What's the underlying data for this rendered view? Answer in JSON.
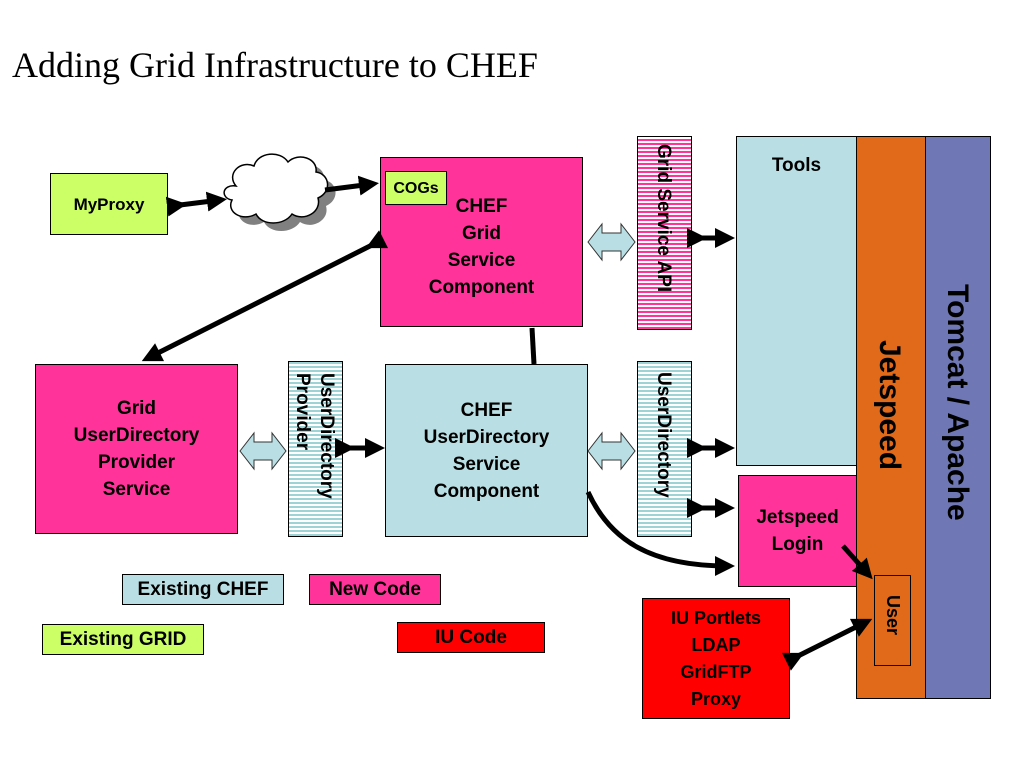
{
  "title": "Adding Grid Infrastructure to CHEF",
  "colors": {
    "new_code": "#ff3399",
    "existing_chef": "#b9dfe4",
    "existing_grid": "#ccff66",
    "iu_code": "#ff0000",
    "jetspeed": "#e06a1a",
    "tomcat": "#6f78b5"
  },
  "nodes": {
    "myproxy": "MyProxy",
    "cogs": "COGs",
    "chef_grid_service": [
      "CHEF",
      "Grid",
      "Service",
      "Component"
    ],
    "grid_service_api": "Grid Service API",
    "tools": "Tools",
    "jetspeed": "Jetspeed",
    "tomcat": "Tomcat / Apache",
    "grid_userdirectory": [
      "Grid",
      "UserDirectory",
      "Provider",
      "Service"
    ],
    "userdirectory_provider": [
      "UserDirectory",
      "Provider"
    ],
    "chef_userdirectory_service": [
      "CHEF",
      "UserDirectory",
      "Service",
      "Component"
    ],
    "userdirectory": "UserDirectory",
    "jetspeed_login": [
      "Jetspeed",
      "Login"
    ],
    "user": "User",
    "iu_portlets": [
      "IU Portlets",
      "LDAP",
      "GridFTP",
      "Proxy"
    ]
  },
  "legend": {
    "existing_chef": "Existing CHEF",
    "new_code": "New Code",
    "existing_grid": "Existing GRID",
    "iu_code": "IU Code"
  }
}
